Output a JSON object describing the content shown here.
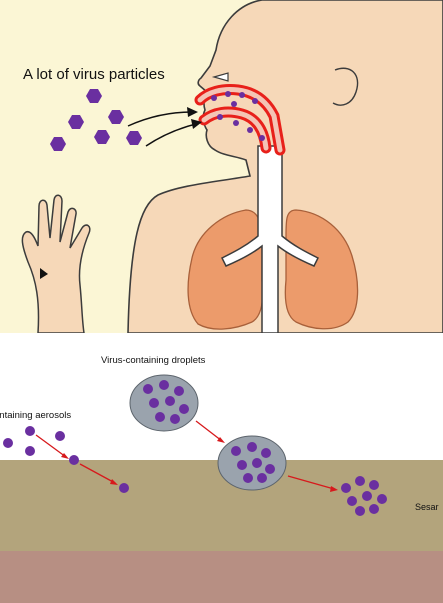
{
  "top_panel": {
    "label": "A lot of virus particles",
    "colors": {
      "background": "#fbf6d5",
      "skin": "#f6d8b8",
      "lung": "#ec9b6b",
      "airway_highlight": "#e8201a",
      "virus": "#6a2fa0",
      "outline": "#3c3c3c"
    }
  },
  "bottom_panel": {
    "droplets_label": "Virus-containing droplets",
    "aerosols_label": "ontaining aerosols",
    "surface_label": "Sesar",
    "colors": {
      "sky": "#ffffff",
      "ground_upper": "#b3a47c",
      "ground_lower": "#b78f83",
      "droplet_fill": "#9aa3ad",
      "virus": "#6a2fa0",
      "arrow": "#d7191c"
    }
  }
}
